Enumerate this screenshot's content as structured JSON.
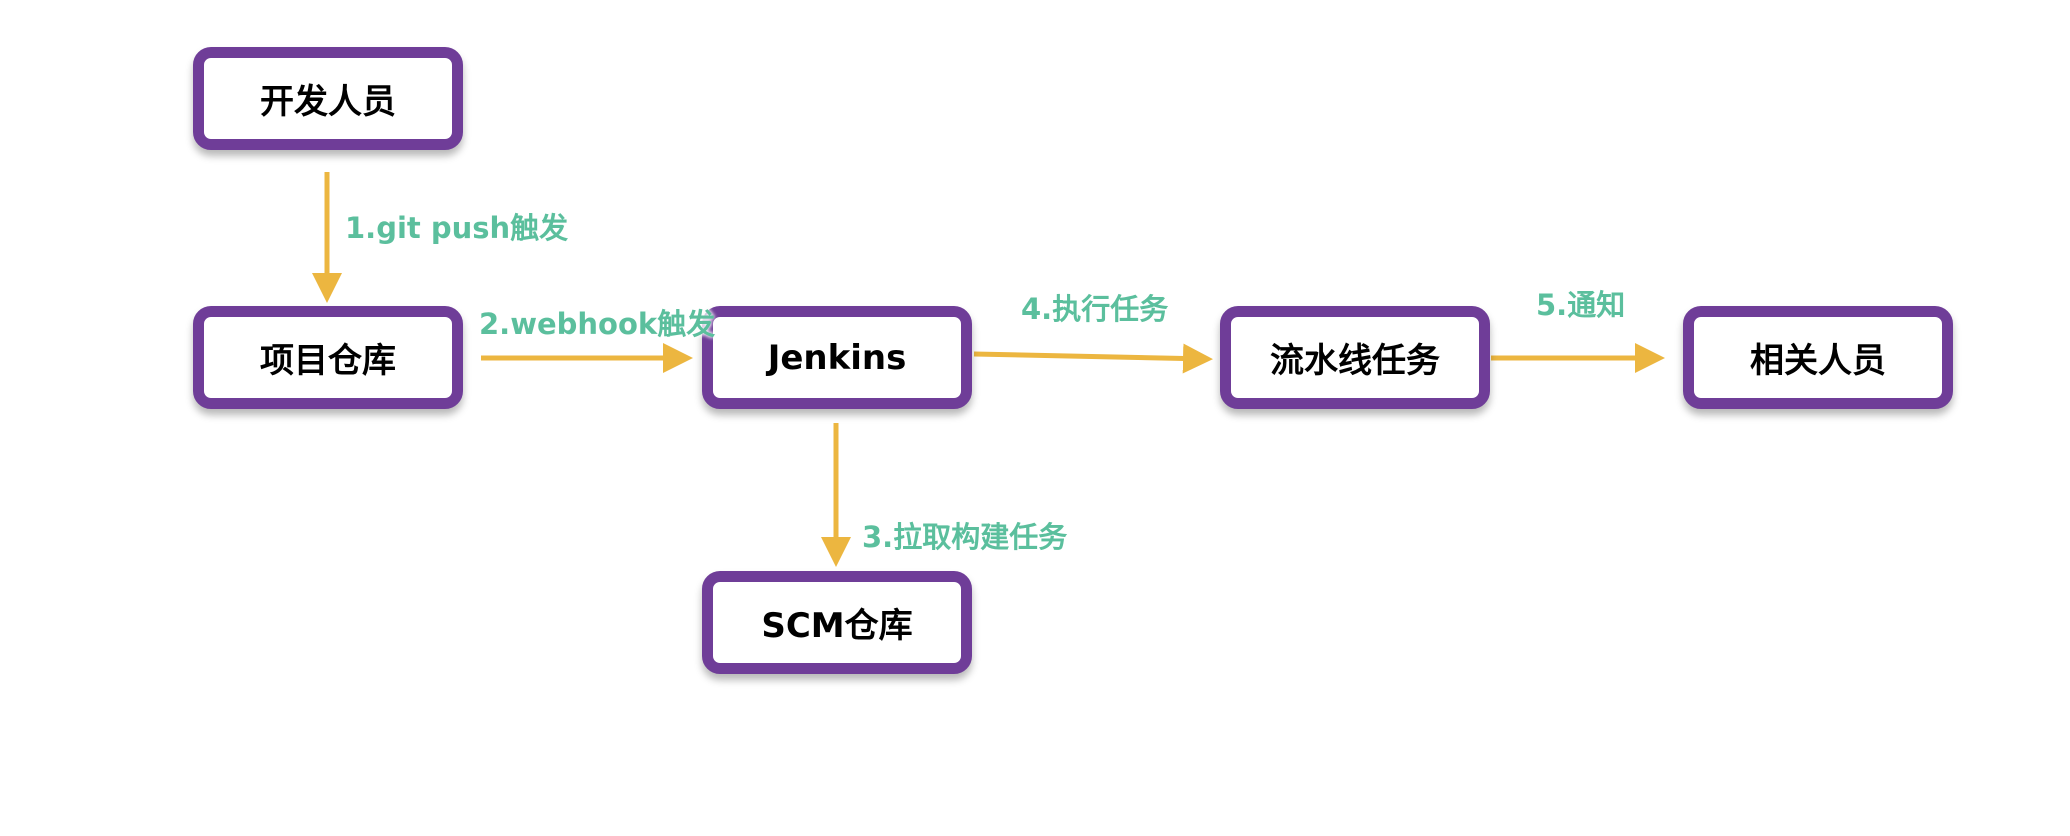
{
  "colors": {
    "node_border": "#6f3d98",
    "arrow": "#ecb640",
    "label": "#5bbf9d"
  },
  "nodes": {
    "developer": "开发人员",
    "project_repo": "项目仓库",
    "jenkins": "Jenkins",
    "pipeline_task": "流水线任务",
    "related_people": "相关人员",
    "scm_repo": "SCM仓库"
  },
  "edges": {
    "git_push": "1.git push触发",
    "webhook": "2.webhook触发",
    "pull_build": "3.拉取构建任务",
    "execute": "4.执行任务",
    "notify": "5.通知"
  }
}
